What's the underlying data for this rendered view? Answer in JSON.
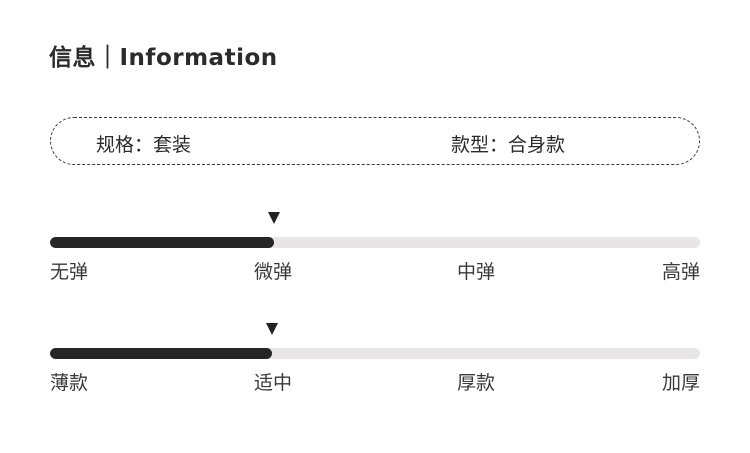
{
  "header": {
    "title": "信息｜Information"
  },
  "specs": {
    "size": "规格：套装",
    "fit": "款型：合身款"
  },
  "elasticity": {
    "marker": "▼",
    "level": 0.345,
    "labels": [
      "无弹",
      "微弹",
      "中弹",
      "高弹"
    ]
  },
  "thickness": {
    "marker": "▼",
    "level": 0.341,
    "labels": [
      "薄款",
      "适中",
      "厚款",
      "加厚"
    ]
  },
  "colors": {
    "fill": "#262626",
    "track": "#e8e5e6",
    "text": "#2b2b2b"
  }
}
